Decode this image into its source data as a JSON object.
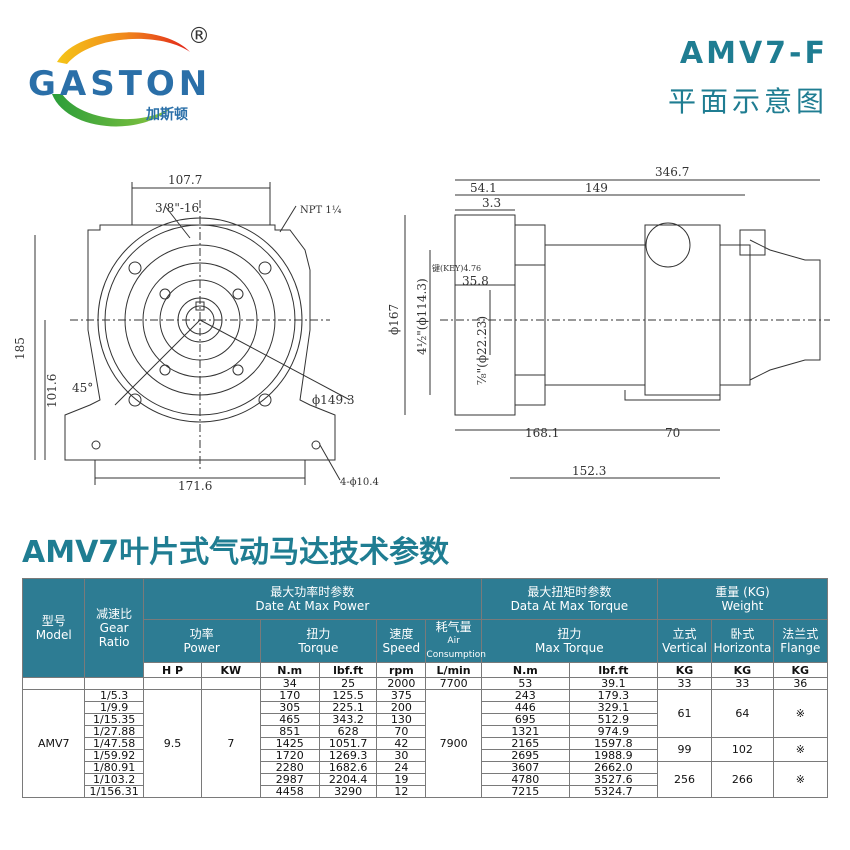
{
  "brand": {
    "name": "GASTON",
    "name_cn": "加斯顿",
    "registered": "®"
  },
  "header": {
    "model": "AMV7-F",
    "subtitle": "平面示意图"
  },
  "dimensions": {
    "d107_7": "107.7",
    "d3_8_16": "3/8\"-16",
    "npt": "NPT 1¼",
    "d185": "185",
    "d101_6": "101.6",
    "d45": "45°",
    "d149_3": "ϕ149.3",
    "d171_6": "171.6",
    "d4_10_4": "4-ϕ10.4",
    "d346_7": "346.7",
    "d54_1": "54.1",
    "d149": "149",
    "d3_3": "3.3",
    "d167": "ϕ167",
    "d114_3": "4½\"(ϕ114.3)",
    "key": "键(KEY)4.76",
    "d35_8": "35.8",
    "d22_23": "⅞\"(ϕ22.23)",
    "d168_1": "168.1",
    "d70": "70",
    "d152_3": "152.3"
  },
  "section_title": "AMV7叶片式气动马达技术参数",
  "table": {
    "h_model": "型号",
    "h_model_en": "Model",
    "h_ratio": "减速比",
    "h_ratio_en1": "Gear",
    "h_ratio_en2": "Ratio",
    "h_maxpower": "最大功率时参数",
    "h_maxpower_en": "Date At Max Power",
    "h_maxtorque": "最大扭矩时参数",
    "h_maxtorque_en": "Data At Max Torque",
    "h_weight": "重量 (KG)",
    "h_weight_en": "Weight",
    "h_power": "功率",
    "h_power_en": "Power",
    "h_torque": "扭力",
    "h_torque_en": "Torque",
    "h_speed": "速度",
    "h_speed_en": "Speed",
    "h_air": "耗气量",
    "h_air_en1": "Air",
    "h_air_en2": "Consumption",
    "h_mtorque": "扭力",
    "h_mtorque_en": "Max Torque",
    "h_vertical": "立式",
    "h_vertical_en": "Vertical",
    "h_horizontal": "卧式",
    "h_horizontal_en": "Horizonta",
    "h_flange": "法兰式",
    "h_flange_en": "Flange",
    "units": [
      "H P",
      "KW",
      "N.m",
      "lbf.ft",
      "rpm",
      "L/min",
      "N.m",
      "lbf.ft",
      "KG",
      "KG",
      "KG"
    ],
    "model": "AMV7",
    "hp": "9.5",
    "kw": "7",
    "first_row": {
      "nm": "34",
      "lbf": "25",
      "rpm": "2000",
      "air": "7700",
      "mnm": "53",
      "mlbf": "39.1",
      "v": "33",
      "h": "33",
      "f": "36"
    },
    "air_other": "7900",
    "rows": [
      {
        "ratio": "1/5.3",
        "nm": "170",
        "lbf": "125.5",
        "rpm": "375",
        "mnm": "243",
        "mlbf": "179.3"
      },
      {
        "ratio": "1/9.9",
        "nm": "305",
        "lbf": "225.1",
        "rpm": "200",
        "mnm": "446",
        "mlbf": "329.1"
      },
      {
        "ratio": "1/15.35",
        "nm": "465",
        "lbf": "343.2",
        "rpm": "130",
        "mnm": "695",
        "mlbf": "512.9"
      },
      {
        "ratio": "1/27.88",
        "nm": "851",
        "lbf": "628",
        "rpm": "70",
        "mnm": "1321",
        "mlbf": "974.9"
      },
      {
        "ratio": "1/47.58",
        "nm": "1425",
        "lbf": "1051.7",
        "rpm": "42",
        "mnm": "2165",
        "mlbf": "1597.8"
      },
      {
        "ratio": "1/59.92",
        "nm": "1720",
        "lbf": "1269.3",
        "rpm": "30",
        "mnm": "2695",
        "mlbf": "1988.9"
      },
      {
        "ratio": "1/80.91",
        "nm": "2280",
        "lbf": "1682.6",
        "rpm": "24",
        "mnm": "3607",
        "mlbf": "2662.0"
      },
      {
        "ratio": "1/103.2",
        "nm": "2987",
        "lbf": "2204.4",
        "rpm": "19",
        "mnm": "4780",
        "mlbf": "3527.6"
      },
      {
        "ratio": "1/156.31",
        "nm": "4458",
        "lbf": "3290",
        "rpm": "12",
        "mnm": "7215",
        "mlbf": "5324.7"
      }
    ],
    "weights": [
      {
        "v": "61",
        "h": "64",
        "f": "※"
      },
      {
        "v": "99",
        "h": "102",
        "f": "※"
      },
      {
        "v": "256",
        "h": "266",
        "f": "※"
      }
    ]
  }
}
